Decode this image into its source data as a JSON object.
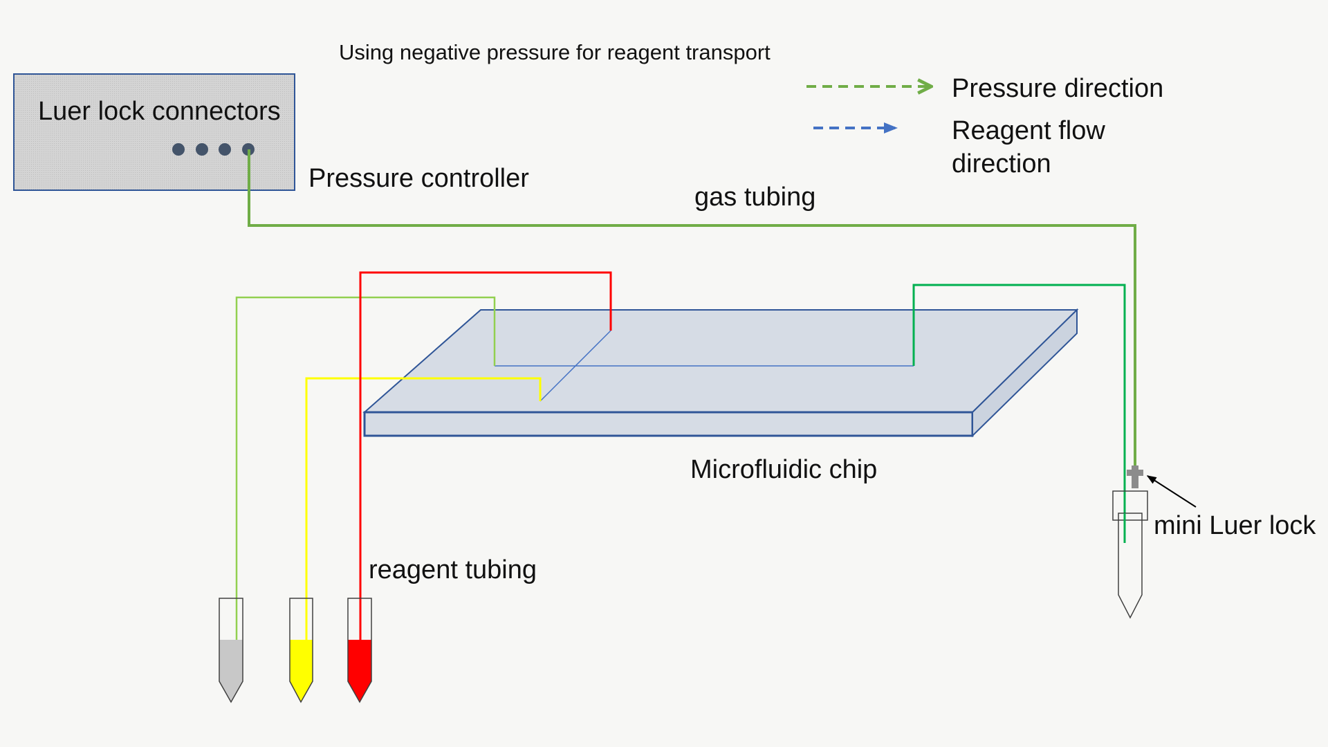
{
  "title": "Using negative pressure for reagent transport",
  "controller": {
    "box_label": "Luer lock connectors",
    "name": "Pressure controller"
  },
  "legend": {
    "items": [
      {
        "label": "Pressure direction",
        "color": "#70ad47"
      },
      {
        "label_line1": "Reagent flow",
        "label_line2": "direction",
        "color": "#4472c4"
      }
    ]
  },
  "labels": {
    "gas_tubing": "gas tubing",
    "chip": "Microfluidic chip",
    "reagent_tubing": "reagent tubing",
    "mini_luer": "mini Luer lock"
  },
  "colors": {
    "gas_tubing": "#70ad47",
    "tube_gray": "#c8c8c8",
    "tube_yellow": "#ffff00",
    "tube_red": "#ff0000",
    "line_light_green": "#92d050",
    "line_green": "#00b050",
    "chip_fill": "#d6dce5",
    "chip_edge": "#2f5597",
    "controller_fill": "#d0d0d0",
    "connector_dot": "#44546a"
  },
  "reagent_tubes": [
    {
      "name": "gray-reagent",
      "fill_color": "#c8c8c8"
    },
    {
      "name": "yellow-reagent",
      "fill_color": "#ffff00"
    },
    {
      "name": "red-reagent",
      "fill_color": "#ff0000"
    }
  ],
  "connector_count": 4
}
